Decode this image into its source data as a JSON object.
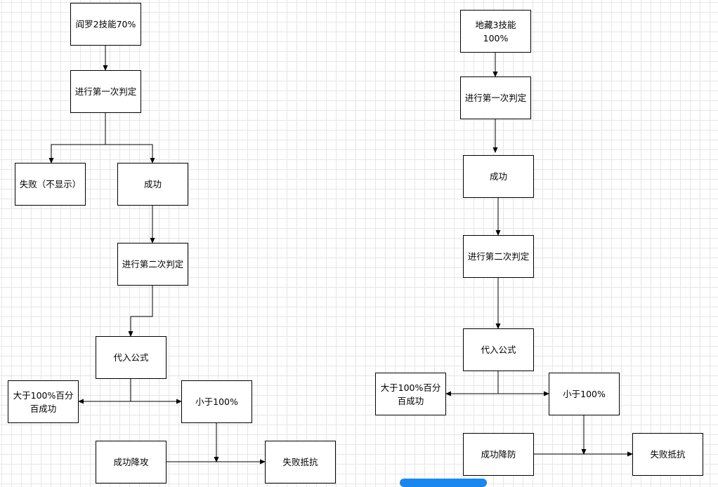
{
  "diagram": {
    "left_flow": {
      "start": "阎罗2技能70%",
      "first_check": "进行第一次判定",
      "fail_hidden": "失败（不显示）",
      "success": "成功",
      "second_check": "进行第二次判定",
      "formula": "代入公式",
      "above_100": "大于100%百分百成功",
      "below_100": "小于100%",
      "debuff_success": "成功降攻",
      "resist_fail": "失败抵抗"
    },
    "right_flow": {
      "start": "地藏3技能100%",
      "first_check": "进行第一次判定",
      "success": "成功",
      "second_check": "进行第二次判定",
      "formula": "代入公式",
      "above_100": "大于100%百分百成功",
      "below_100": "小于100%",
      "debuff_success": "成功降防",
      "resist_fail": "失败抵抗"
    }
  },
  "colors": {
    "node_border": "#000000",
    "grid_line": "#e6e6e6",
    "scrollbar_accent": "#1a86f0"
  }
}
